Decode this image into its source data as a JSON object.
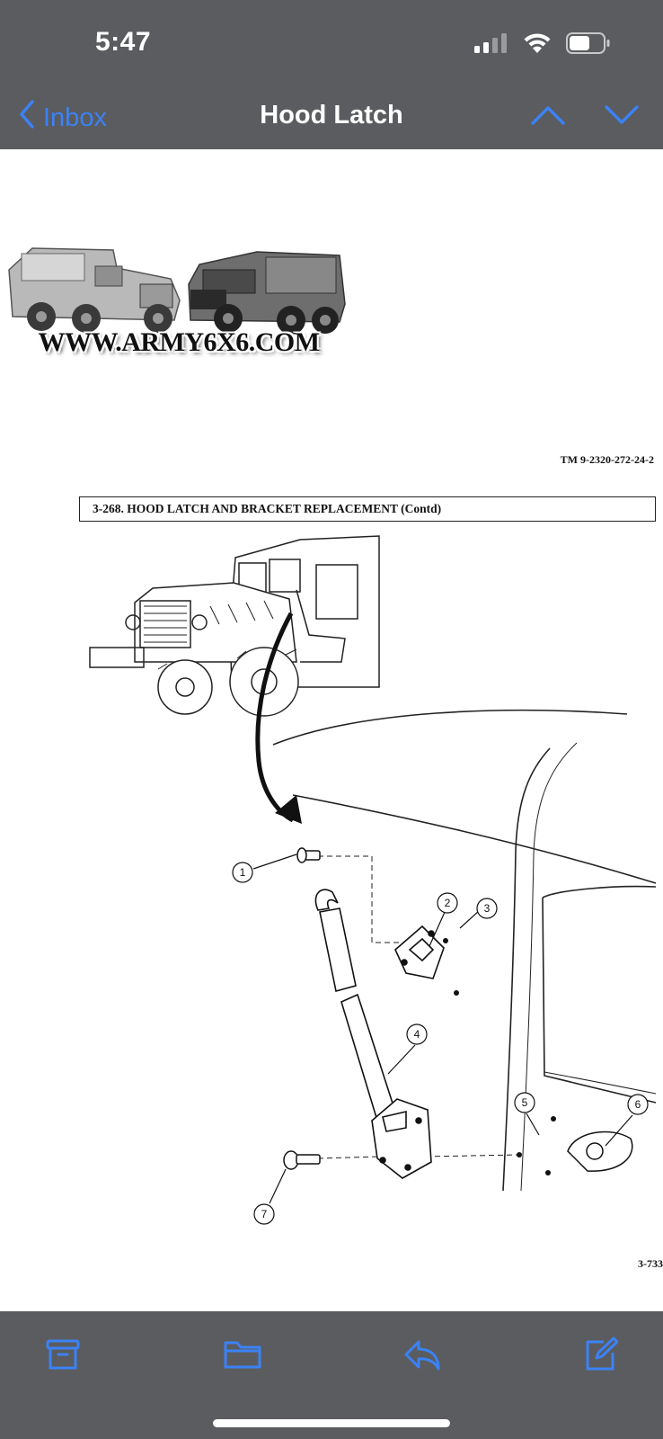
{
  "status_bar": {
    "time": "5:47",
    "signal_icon": "cellular-signal-icon",
    "wifi_icon": "wifi-icon",
    "battery_icon": "battery-icon"
  },
  "nav": {
    "back_label": "Inbox",
    "title": "Hood Latch",
    "prev_icon": "chevron-up-icon",
    "next_icon": "chevron-down-icon"
  },
  "document": {
    "logo_text": "WWW.ARMY6X6.COM",
    "tm_number": "TM   9-2320-272-24-2",
    "section_title": "3-268. HOOD LATCH AND BRACKET REPLACEMENT (Contd)",
    "page_number": "3-733",
    "callouts": [
      "1",
      "2",
      "3",
      "4",
      "5",
      "6",
      "7"
    ]
  },
  "toolbar": {
    "archive_icon": "archive-icon",
    "folder_icon": "folder-icon",
    "reply_icon": "reply-icon",
    "compose_icon": "compose-icon"
  },
  "colors": {
    "chrome": "#5b5c5f",
    "accent": "#3b82f6",
    "text_light": "#ffffff"
  }
}
